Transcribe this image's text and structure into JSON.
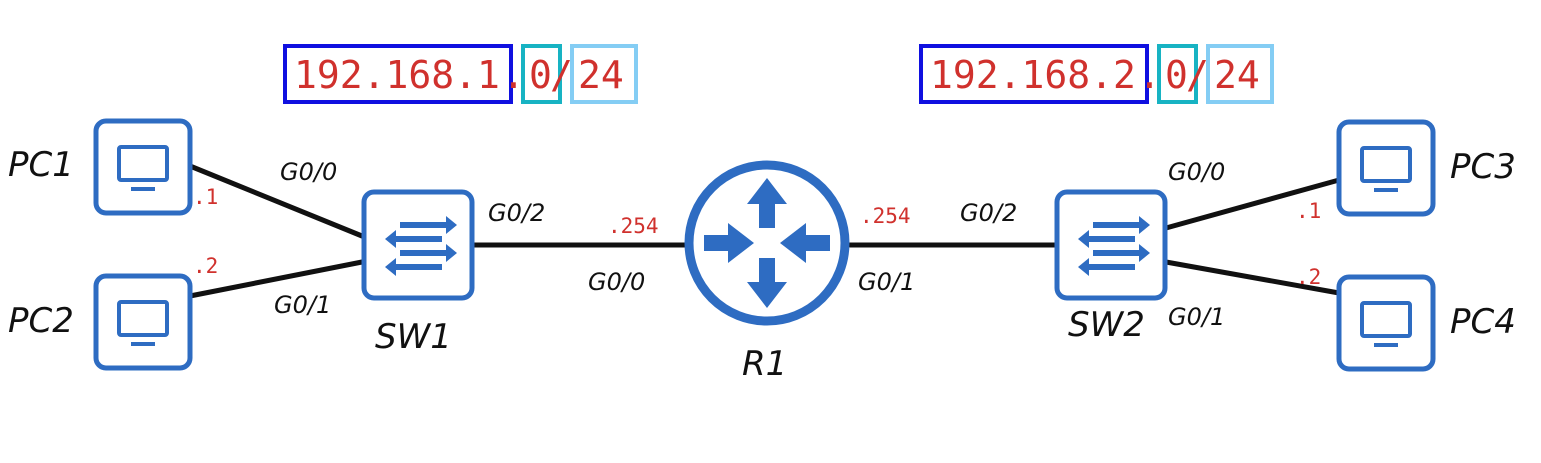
{
  "colors": {
    "device": "#2e6cc2",
    "link": "#111111",
    "address_text": "#d0312d",
    "network_box": "#1010e0",
    "host_octet_box": "#17b3c3",
    "prefix_box": "#84cdf4",
    "label": "#111111"
  },
  "networks": {
    "left": {
      "network_part": "192.168.1",
      "dot": ".",
      "host_octet": "0",
      "slash": "/",
      "prefix": "24"
    },
    "right": {
      "network_part": "192.168.2",
      "dot": ".",
      "host_octet": "0",
      "slash": "/",
      "prefix": "24"
    }
  },
  "devices": {
    "pc1": {
      "label": "PC1",
      "icon": "monitor-icon"
    },
    "pc2": {
      "label": "PC2",
      "icon": "monitor-icon"
    },
    "pc3": {
      "label": "PC3",
      "icon": "monitor-icon"
    },
    "pc4": {
      "label": "PC4",
      "icon": "monitor-icon"
    },
    "sw1": {
      "label": "SW1",
      "icon": "switch-arrows-icon"
    },
    "sw2": {
      "label": "SW2",
      "icon": "switch-arrows-icon"
    },
    "r1": {
      "label": "R1",
      "icon": "router-arrows-icon"
    }
  },
  "ports": {
    "sw1_g00": "G0/0",
    "sw1_g01": "G0/1",
    "sw1_g02": "G0/2",
    "r1_g00": "G0/0",
    "r1_g01": "G0/1",
    "sw2_g02": "G0/2",
    "sw2_g00": "G0/0",
    "sw2_g01": "G0/1"
  },
  "host_addresses": {
    "pc1": ".1",
    "pc2": ".2",
    "pc3": ".1",
    "pc4": ".2",
    "r1_g00": ".254",
    "r1_g01": ".254"
  }
}
